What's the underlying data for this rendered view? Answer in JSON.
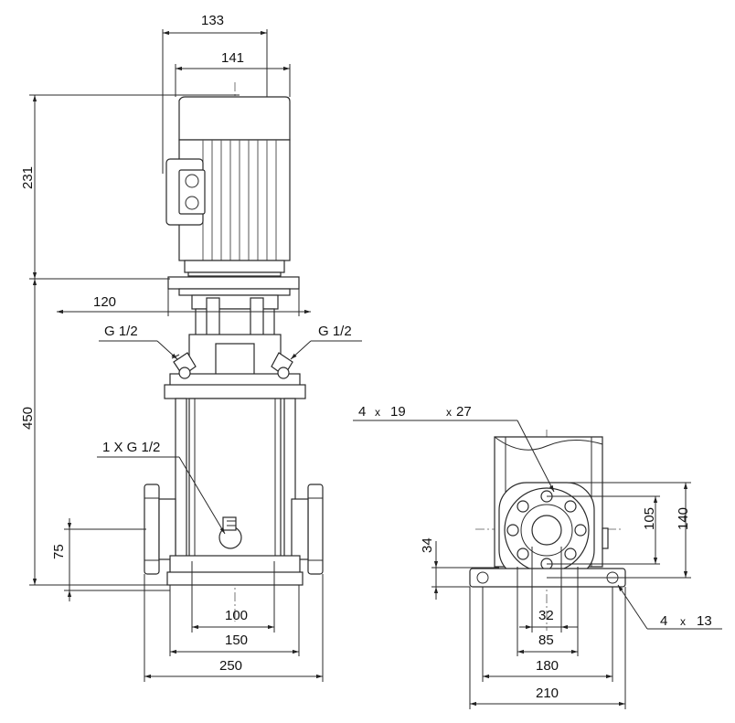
{
  "labels": {
    "width_top": "133",
    "width_motor": "141",
    "height_motor": "231",
    "width_flange": "120",
    "port_left": "G 1/2",
    "port_right": "G 1/2",
    "height_pump": "450",
    "drain": "1 X G 1/2",
    "height_inlet": "75",
    "dist_100": "100",
    "dist_150": "150",
    "dist_250": "250",
    "holes_prefix": "4",
    "holes_x": "x",
    "holes_dia": "19",
    "holes_x2": "x",
    "holes_dia2": "27",
    "height_34": "34",
    "dist_105": "105",
    "dist_140": "140",
    "dist_32": "32",
    "dist_85": "85",
    "dist_180": "180",
    "dist_210": "210",
    "foot_prefix": "4",
    "foot_x": "x",
    "foot_dia": "13"
  }
}
